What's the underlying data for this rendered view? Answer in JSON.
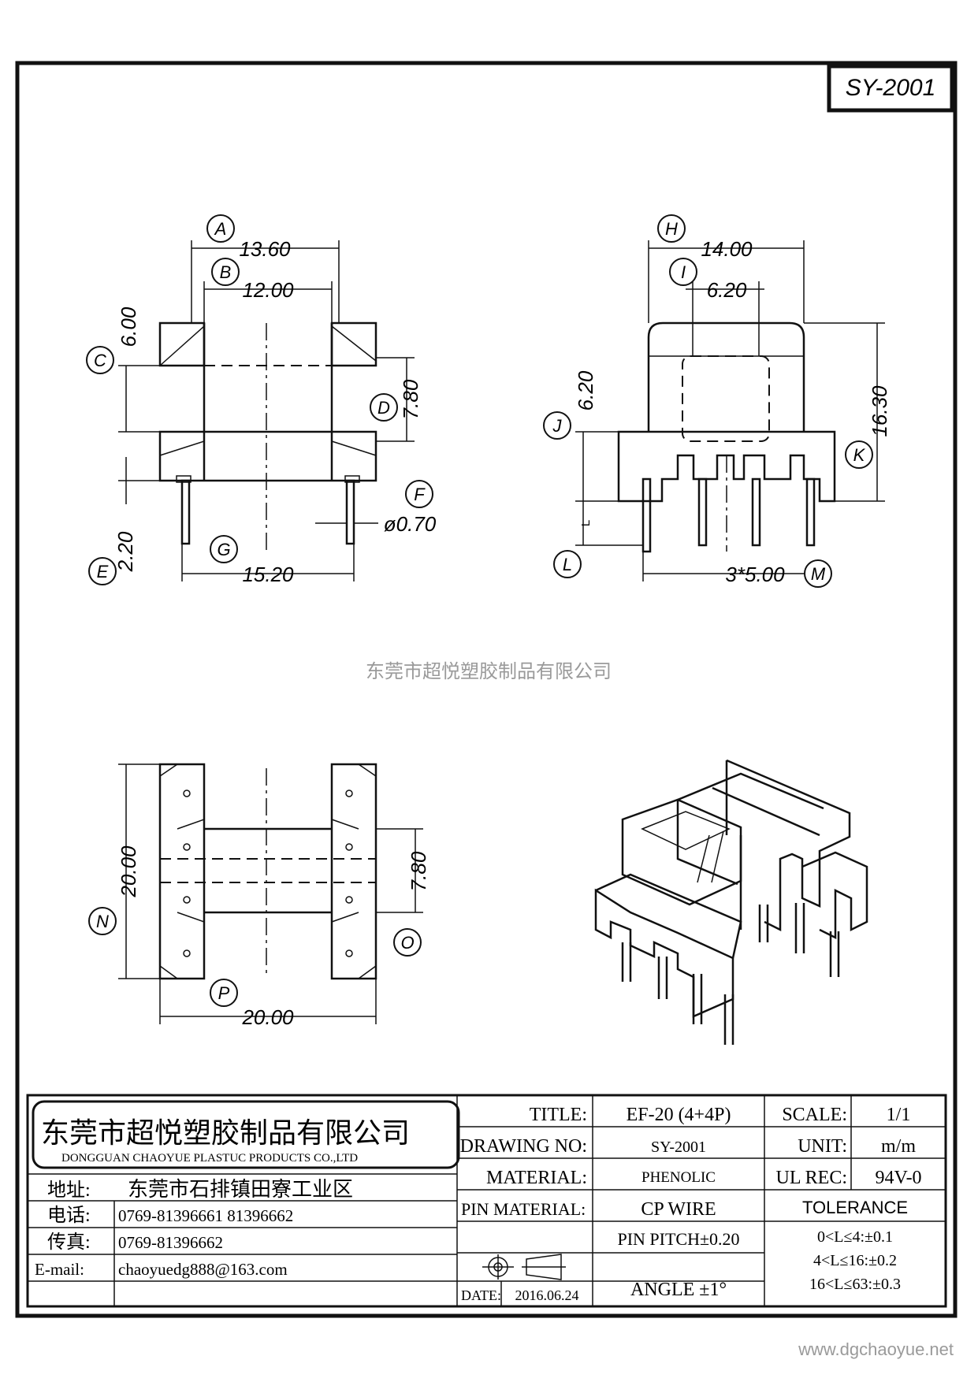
{
  "drawing_code": "SY-2001",
  "watermark": "东莞市超悦塑胶制品有限公司",
  "site": "www.dgchaoyue.net",
  "top_view": {
    "labels": {
      "A": "A",
      "B": "B",
      "C": "C",
      "D": "D",
      "E": "E",
      "F": "F",
      "G": "G"
    },
    "dims": {
      "A": "13.60",
      "B": "12.00",
      "C": "6.00",
      "D": "7.80",
      "E": "2.20",
      "F": "ø0.70",
      "G": "15.20"
    }
  },
  "side_view": {
    "labels": {
      "H": "H",
      "I": "I",
      "J": "J",
      "K": "K",
      "L": "L",
      "M": "M"
    },
    "dims": {
      "H": "14.00",
      "I": "6.20",
      "J": "6.20",
      "K": "16.30",
      "L": "L",
      "M": "3*5.00"
    }
  },
  "bottom_view": {
    "labels": {
      "N": "N",
      "O": "O",
      "P": "P"
    },
    "dims": {
      "N": "20.00",
      "O": "7.80",
      "P": "20.00"
    }
  },
  "title_block": {
    "company_cn": "东莞市超悦塑胶制品有限公司",
    "company_en": "DONGGUAN CHAOYUE PLASTUC PRODUCTS CO.,LTD",
    "address_label": "地址:",
    "address": "东莞市石排镇田寮工业区",
    "phone_label": "电话:",
    "phone": "0769-81396661   81396662",
    "fax_label": "传真:",
    "fax": "0769-81396662",
    "email_label": "E-mail:",
    "email": "chaoyuedg888@163.com",
    "title_label": "TITLE:",
    "title": "EF-20 (4+4P)",
    "scale_label": "SCALE:",
    "scale": "1/1",
    "drawing_no_label": "DRAWING NO:",
    "drawing_no": "SY-2001",
    "unit_label": "UNIT:",
    "unit": "m/m",
    "material_label": "MATERIAL:",
    "material": "PHENOLIC",
    "ul_label": "UL REC:",
    "ul": "94V-0",
    "pin_material_label": "PIN MATERIAL:",
    "pin_material": "CP WIRE",
    "tolerance_label": "TOLERANCE",
    "pin_pitch": "PIN PITCH±0.20",
    "tol1": "0<L≤4:±0.1",
    "tol2": "4<L≤16:±0.2",
    "tol3": "16<L≤63:±0.3",
    "date_label": "DATE:",
    "date": "2016.06.24",
    "angle": "ANGLE  ±1°"
  }
}
